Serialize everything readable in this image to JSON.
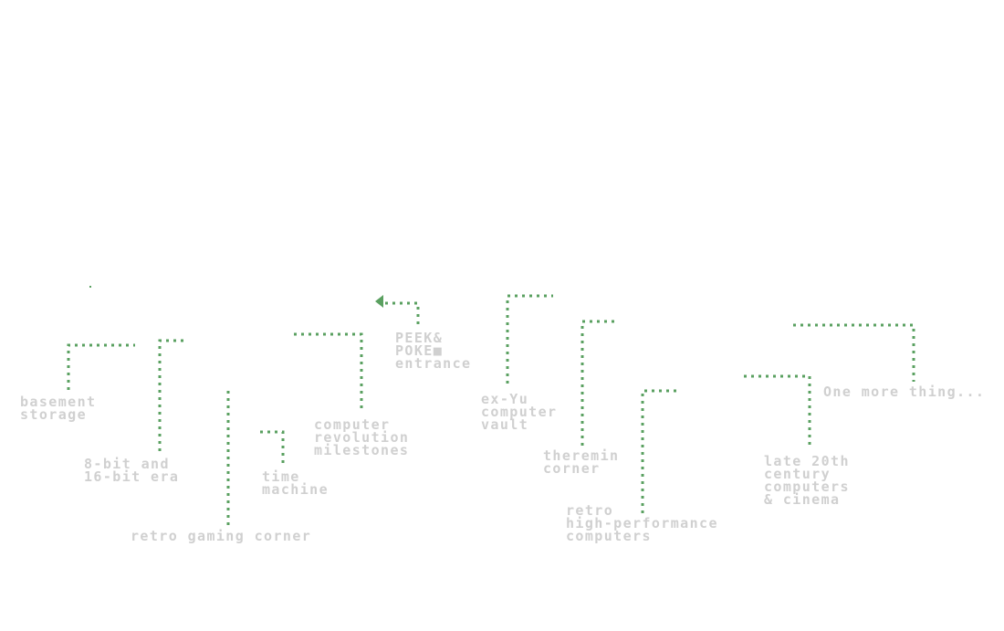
{
  "colors": {
    "background": "#ffffff",
    "path": "#5aa060",
    "label": "#d0d0d0"
  },
  "pointer_icon": "left-arrow-icon",
  "labels": {
    "peek_poke_entrance": "PEEK&\nPOKE■\nentrance",
    "basement_storage": "basement\nstorage",
    "bit_era": "8-bit and\n16-bit era",
    "retro_gaming_corner": "retro gaming corner",
    "time_machine": "time\nmachine",
    "computer_revolution_milestones": "computer\nrevolution\nmilestones",
    "ex_yu_computer_vault": "ex-Yu\ncomputer\nvault",
    "theremin_corner": "theremin\ncorner",
    "retro_high_performance_computers": "retro\nhigh-performance\ncomputers",
    "late_20th_century_computers_cinema": "late 20th\ncentury\ncomputers\n& cinema",
    "one_more_thing": "One more thing..."
  }
}
